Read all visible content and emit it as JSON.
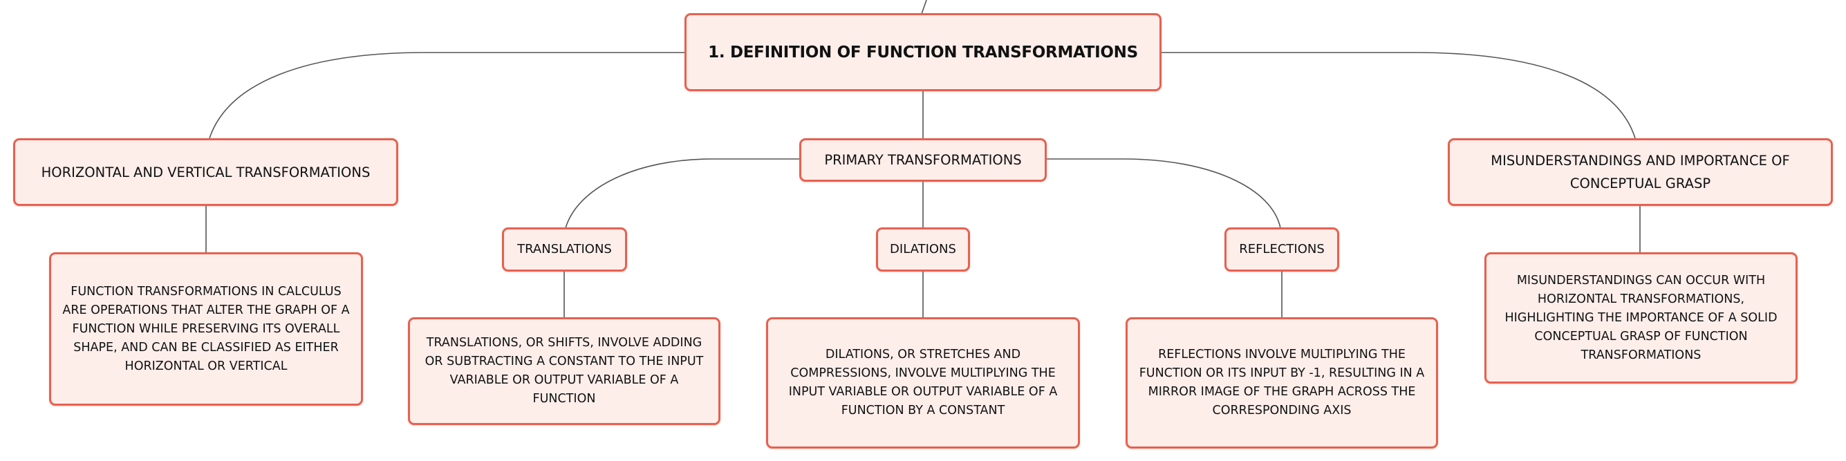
{
  "root": {
    "label": "1. DEFINITION OF FUNCTION TRANSFORMATIONS"
  },
  "branches": [
    {
      "label": "HORIZONTAL AND VERTICAL TRANSFORMATIONS",
      "detail": "FUNCTION TRANSFORMATIONS IN CALCULUS ARE OPERATIONS THAT ALTER THE GRAPH OF A FUNCTION WHILE PRESERVING ITS OVERALL SHAPE, AND CAN BE CLASSIFIED AS EITHER HORIZONTAL OR VERTICAL"
    },
    {
      "label": "PRIMARY TRANSFORMATIONS",
      "children": [
        {
          "label": "TRANSLATIONS",
          "detail": "TRANSLATIONS, OR SHIFTS, INVOLVE ADDING OR SUBTRACTING A CONSTANT TO THE INPUT VARIABLE OR OUTPUT VARIABLE OF A FUNCTION"
        },
        {
          "label": "DILATIONS",
          "detail": "DILATIONS, OR STRETCHES AND COMPRESSIONS, INVOLVE MULTIPLYING THE INPUT VARIABLE OR OUTPUT VARIABLE OF A FUNCTION BY A CONSTANT"
        },
        {
          "label": "REFLECTIONS",
          "detail": "REFLECTIONS INVOLVE MULTIPLYING THE FUNCTION OR ITS INPUT BY -1, RESULTING IN A MIRROR IMAGE OF THE GRAPH ACROSS THE CORRESPONDING AXIS"
        }
      ]
    },
    {
      "label": "MISUNDERSTANDINGS AND IMPORTANCE OF CONCEPTUAL GRASP",
      "detail": "MISUNDERSTANDINGS CAN OCCUR WITH HORIZONTAL TRANSFORMATIONS, HIGHLIGHTING THE IMPORTANCE OF A SOLID CONCEPTUAL GRASP OF FUNCTION TRANSFORMATIONS"
    }
  ],
  "colors": {
    "node_border": "#e8604f",
    "node_fill": "#fdeeea",
    "connector": "#555555"
  }
}
